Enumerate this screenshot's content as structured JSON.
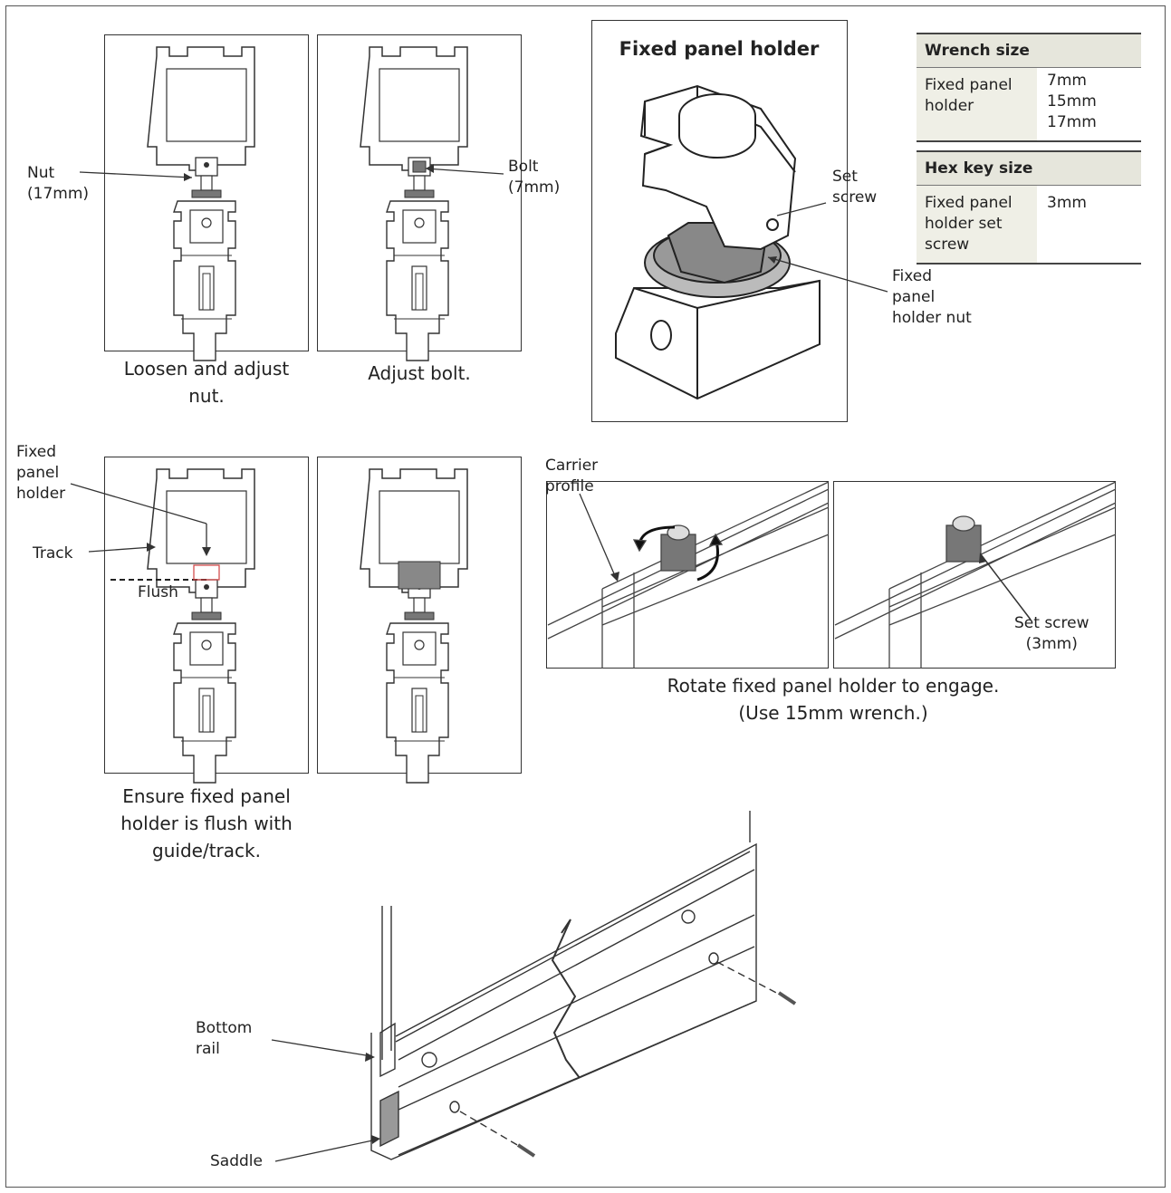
{
  "panel1": {
    "nut_label": "Nut\n(17mm)",
    "caption": "Loosen and adjust\nnut."
  },
  "panel2": {
    "bolt_label": "Bolt\n(7mm)",
    "caption": "Adjust bolt."
  },
  "fixed_panel_holder": {
    "title": "Fixed panel holder",
    "set_screw_label": "Set\nscrew",
    "nut_label": "Fixed\npanel\nholder nut"
  },
  "tables": {
    "wrench": {
      "header": "Wrench size",
      "item": "Fixed panel\nholder",
      "value": "7mm\n15mm\n17mm"
    },
    "hex": {
      "header": "Hex key size",
      "item": "Fixed panel\nholder set\nscrew",
      "value": "3mm"
    }
  },
  "panel3": {
    "holder_label": "Fixed\npanel\nholder",
    "track_label": "Track",
    "flush_label": "Flush",
    "caption": "Ensure fixed panel\nholder is flush with\nguide/track."
  },
  "rotate": {
    "carrier_label": "Carrier\nprofile",
    "set_screw_label": "Set screw\n(3mm)",
    "caption": "Rotate fixed panel holder to engage.\n(Use 15mm wrench.)"
  },
  "bottom": {
    "bottom_rail_label": "Bottom\nrail",
    "saddle_label": "Saddle"
  },
  "colors": {
    "line": "#333333",
    "gray_part": "#888888",
    "table_header": "#e6e6dc",
    "flush_mark": "#d04040"
  }
}
